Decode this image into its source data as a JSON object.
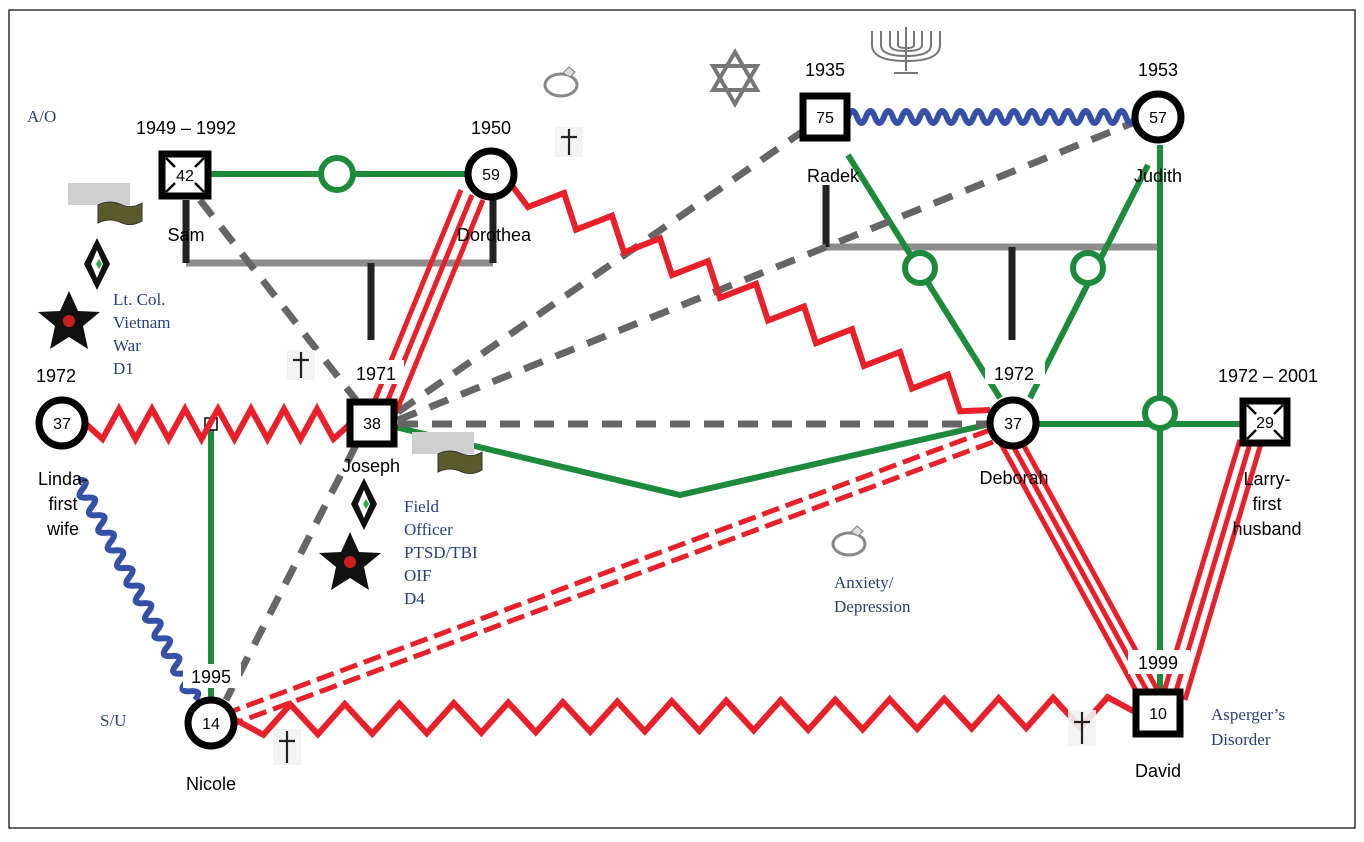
{
  "persons": {
    "sam": {
      "year": "1949 – 1992",
      "age": "42",
      "name": "Sam"
    },
    "dorothea": {
      "year": "1950",
      "age": "59",
      "name": "Dorothea"
    },
    "radek": {
      "year": "1935",
      "age": "75",
      "name": "Radek"
    },
    "judith": {
      "year": "1953",
      "age": "57",
      "name": "Judith"
    },
    "linda": {
      "year": "1972",
      "age": "37",
      "name_lines": [
        "Linda-",
        "first",
        "wife"
      ]
    },
    "joseph": {
      "year": "1971",
      "age": "38",
      "name": "Joseph"
    },
    "deborah": {
      "year": "1972",
      "age": "37",
      "name": "Deborah"
    },
    "larry": {
      "year": "1972 – 2001",
      "age": "29",
      "name_lines": [
        "Larry-",
        "first",
        "husband"
      ]
    },
    "nicole": {
      "year": "1995",
      "age": "14",
      "name": "Nicole"
    },
    "david": {
      "year": "1999",
      "age": "10",
      "name": "David"
    }
  },
  "notes": {
    "ao": "A/O",
    "su": "S/U",
    "sam_notes": [
      "Lt. Col.",
      "Vietnam",
      "War",
      "D1"
    ],
    "joseph_notes": [
      "Field",
      "Officer",
      "PTSD/TBI",
      "OIF",
      "D4"
    ],
    "deborah_notes": [
      "Anxiety/",
      "Depression"
    ],
    "david_notes": [
      "Asperger’s",
      "Disorder"
    ]
  },
  "colors": {
    "harmonious": "#1e8a3c",
    "conflict": "#e8202a",
    "distant": "#6a6a6a",
    "hostile": "#3650a8",
    "kinship": "#8c8c8c",
    "symbol": "#222222"
  },
  "icons": [
    "military-flag-icon",
    "military-diamond-icon",
    "military-star-icon",
    "cross-icon",
    "ring-icon",
    "star-of-david-icon",
    "menorah-icon"
  ]
}
